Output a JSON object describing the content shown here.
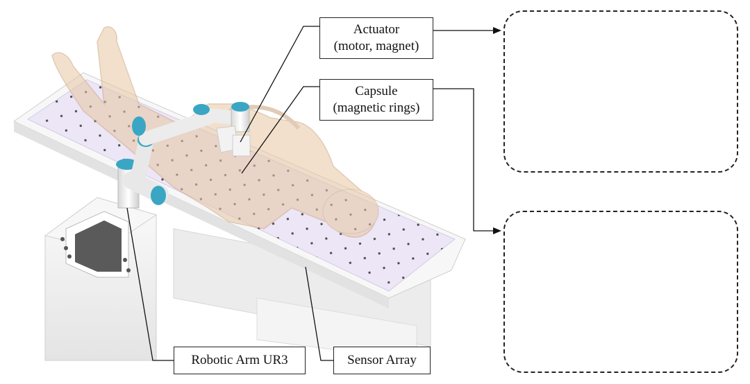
{
  "labels": {
    "actuator": {
      "line1": "Actuator",
      "line2": "(motor, magnet)"
    },
    "capsule": {
      "line1": "Capsule",
      "line2": "(magnetic rings)"
    },
    "robotic_arm": "Robotic Arm UR3",
    "sensor_array": "Sensor Array"
  },
  "colors": {
    "table_top": "#ece6f6",
    "table_body": "#f2f2f2",
    "arm_joint": "#3aa6c4",
    "magnet_red": "#e0101a",
    "magnet_blue": "#1a1ad0",
    "shell_yellow": "#f5e6a8",
    "skin": "#e8c7a4"
  }
}
